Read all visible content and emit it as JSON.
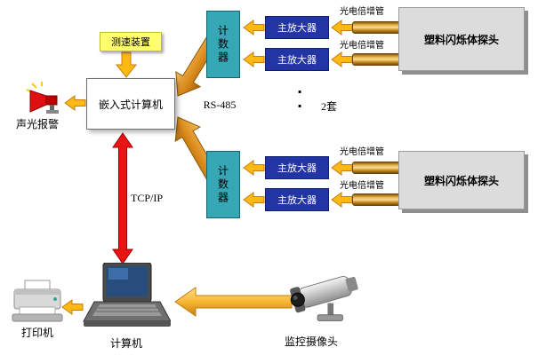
{
  "nodes": {
    "speed_device": "测速装置",
    "embedded_computer": "嵌入式计算机",
    "alarm_label": "声光报警",
    "computer_label": "计算机",
    "printer_label": "打印机",
    "camera_label": "监控摄像头"
  },
  "labels": {
    "rs485": "RS-485",
    "tcpip": "TCP/IP",
    "sets": "2套",
    "dots": "·\n·"
  },
  "groups": [
    {
      "counter": "计数器",
      "probe": "塑料闪烁体探头",
      "channels": [
        {
          "amplifier": "主放大器",
          "pmt": "光电倍增管"
        },
        {
          "amplifier": "主放大器",
          "pmt": "光电倍增管"
        }
      ]
    },
    {
      "counter": "计数器",
      "probe": "塑料闪烁体探头",
      "channels": [
        {
          "amplifier": "主放大器",
          "pmt": "光电倍增管"
        },
        {
          "amplifier": "主放大器",
          "pmt": "光电倍增管"
        }
      ]
    }
  ],
  "icons": {
    "alarm": "alarm-horn-icon",
    "laptop": "laptop-icon",
    "printer": "printer-icon",
    "camera": "cctv-camera-icon"
  },
  "colors": {
    "counter_fill": "#36a8b5",
    "amplifier_fill": "#2334a4",
    "pmt_gold": "#cf9226",
    "probe_fill": "#dcdcdc",
    "speed_device_fill": "#ffff6e",
    "arrow_yellow": "#fdb913",
    "arrow_orange": "#d98a1b",
    "arrow_red": "#e81414"
  }
}
